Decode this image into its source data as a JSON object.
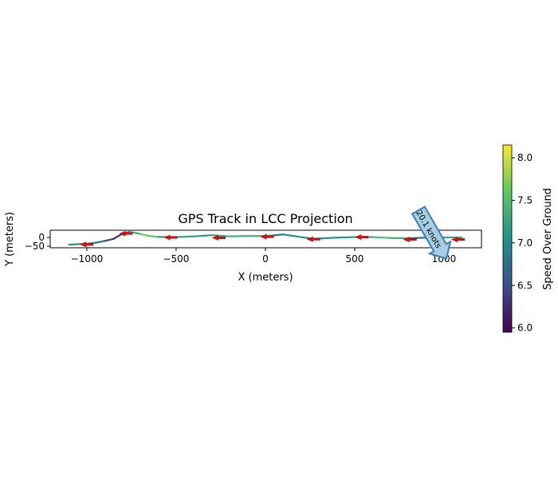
{
  "chart_data": {
    "type": "line",
    "title": "GPS Track in LCC Projection",
    "xlabel": "X (meters)",
    "ylabel": "Y (meters)",
    "xlim": [
      -1205,
      1210
    ],
    "ylim": [
      -59,
      41
    ],
    "xticks": [
      -1000,
      -500,
      0,
      500,
      1000
    ],
    "xtick_labels": [
      "−1000",
      "−500",
      "0",
      "500",
      "1000"
    ],
    "yticks": [
      0,
      -50
    ],
    "ytick_labels": [
      "0",
      "−50"
    ],
    "grid": false,
    "track": [
      {
        "x": -1100,
        "y": -41,
        "speed": 7.0
      },
      {
        "x": -1000,
        "y": -36,
        "speed": 7.0
      },
      {
        "x": -950,
        "y": -30,
        "speed": 6.9
      },
      {
        "x": -900,
        "y": -20,
        "speed": 6.6
      },
      {
        "x": -850,
        "y": -8,
        "speed": 6.3
      },
      {
        "x": -820,
        "y": 10,
        "speed": 6.2
      },
      {
        "x": -790,
        "y": 25,
        "speed": 6.6
      },
      {
        "x": -760,
        "y": 32,
        "speed": 7.2
      },
      {
        "x": -700,
        "y": 20,
        "speed": 7.4
      },
      {
        "x": -650,
        "y": 8,
        "speed": 7.9
      },
      {
        "x": -600,
        "y": 3,
        "speed": 7.3
      },
      {
        "x": -500,
        "y": 2,
        "speed": 7.1
      },
      {
        "x": -400,
        "y": 6,
        "speed": 7.3
      },
      {
        "x": -300,
        "y": 13,
        "speed": 7.0
      },
      {
        "x": -200,
        "y": 6,
        "speed": 7.5
      },
      {
        "x": -100,
        "y": 8,
        "speed": 7.1
      },
      {
        "x": 0,
        "y": 8,
        "speed": 7.6
      },
      {
        "x": 50,
        "y": 12,
        "speed": 6.6
      },
      {
        "x": 100,
        "y": 17,
        "speed": 7.0
      },
      {
        "x": 200,
        "y": 2,
        "speed": 7.1
      },
      {
        "x": 270,
        "y": -8,
        "speed": 7.0
      },
      {
        "x": 400,
        "y": -1,
        "speed": 7.2
      },
      {
        "x": 500,
        "y": 2,
        "speed": 7.0
      },
      {
        "x": 600,
        "y": 2,
        "speed": 7.3
      },
      {
        "x": 700,
        "y": -3,
        "speed": 7.6
      },
      {
        "x": 800,
        "y": -5,
        "speed": 7.0
      },
      {
        "x": 900,
        "y": -1,
        "speed": 6.5
      },
      {
        "x": 1000,
        "y": 0,
        "speed": 7.3
      },
      {
        "x": 1100,
        "y": 0,
        "speed": 7.2
      }
    ],
    "heading_arrows": [
      {
        "x": -1000,
        "y": -40
      },
      {
        "x": -780,
        "y": 22
      },
      {
        "x": -530,
        "y": 0
      },
      {
        "x": -260,
        "y": -2
      },
      {
        "x": 10,
        "y": 4
      },
      {
        "x": 270,
        "y": -10
      },
      {
        "x": 540,
        "y": 2
      },
      {
        "x": 810,
        "y": -12
      },
      {
        "x": 1080,
        "y": -12
      }
    ],
    "annotation": {
      "text": "20.1 knots",
      "target": {
        "x": 1000,
        "y": -100
      }
    },
    "colorbar": {
      "label": "Speed Over Ground",
      "range": [
        5.95,
        8.15
      ],
      "ticks": [
        6.0,
        6.5,
        7.0,
        7.5,
        8.0
      ],
      "tick_labels": [
        "6.0",
        "6.5",
        "7.0",
        "7.5",
        "8.0"
      ],
      "colormap": "viridis"
    },
    "colors": {
      "arrow": "#ff0000",
      "annotation_fill": "#a6cee3",
      "annotation_edge": "#3a7fb8"
    }
  }
}
